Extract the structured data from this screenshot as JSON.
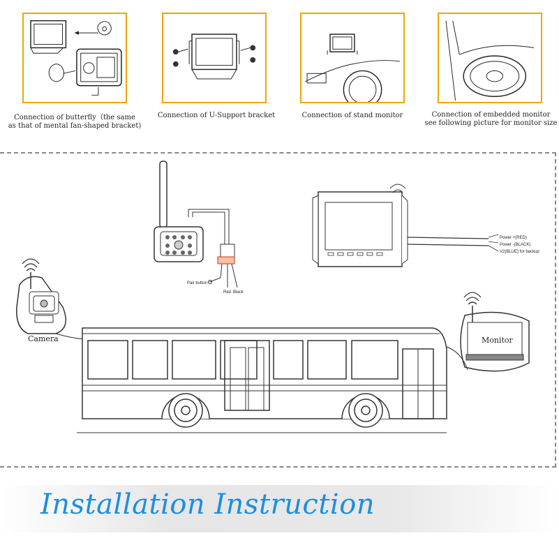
{
  "panels": [
    {
      "caption": "Connection of butterfly（the same\nas that of mental fan-shaped bracket)"
    },
    {
      "caption": "Connection of U-Support bracket"
    },
    {
      "caption": "Connection of stand monitor"
    },
    {
      "caption": "Connection  of  embedded monitor\nsee following picture for monitor size"
    }
  ],
  "wiring": {
    "pair_button": "Pair button",
    "red": "Red",
    "black": "Black",
    "power_pos": "Power +(RED)",
    "power_neg": "Power -(BLACK)",
    "v2": "V2(BLUE) for backup"
  },
  "bus": {
    "camera_label": "Camera",
    "monitor_label": "Monitor"
  },
  "title": "Installation Instruction",
  "colors": {
    "panel_border": "#f0a500",
    "title": "#1b8fe0"
  }
}
